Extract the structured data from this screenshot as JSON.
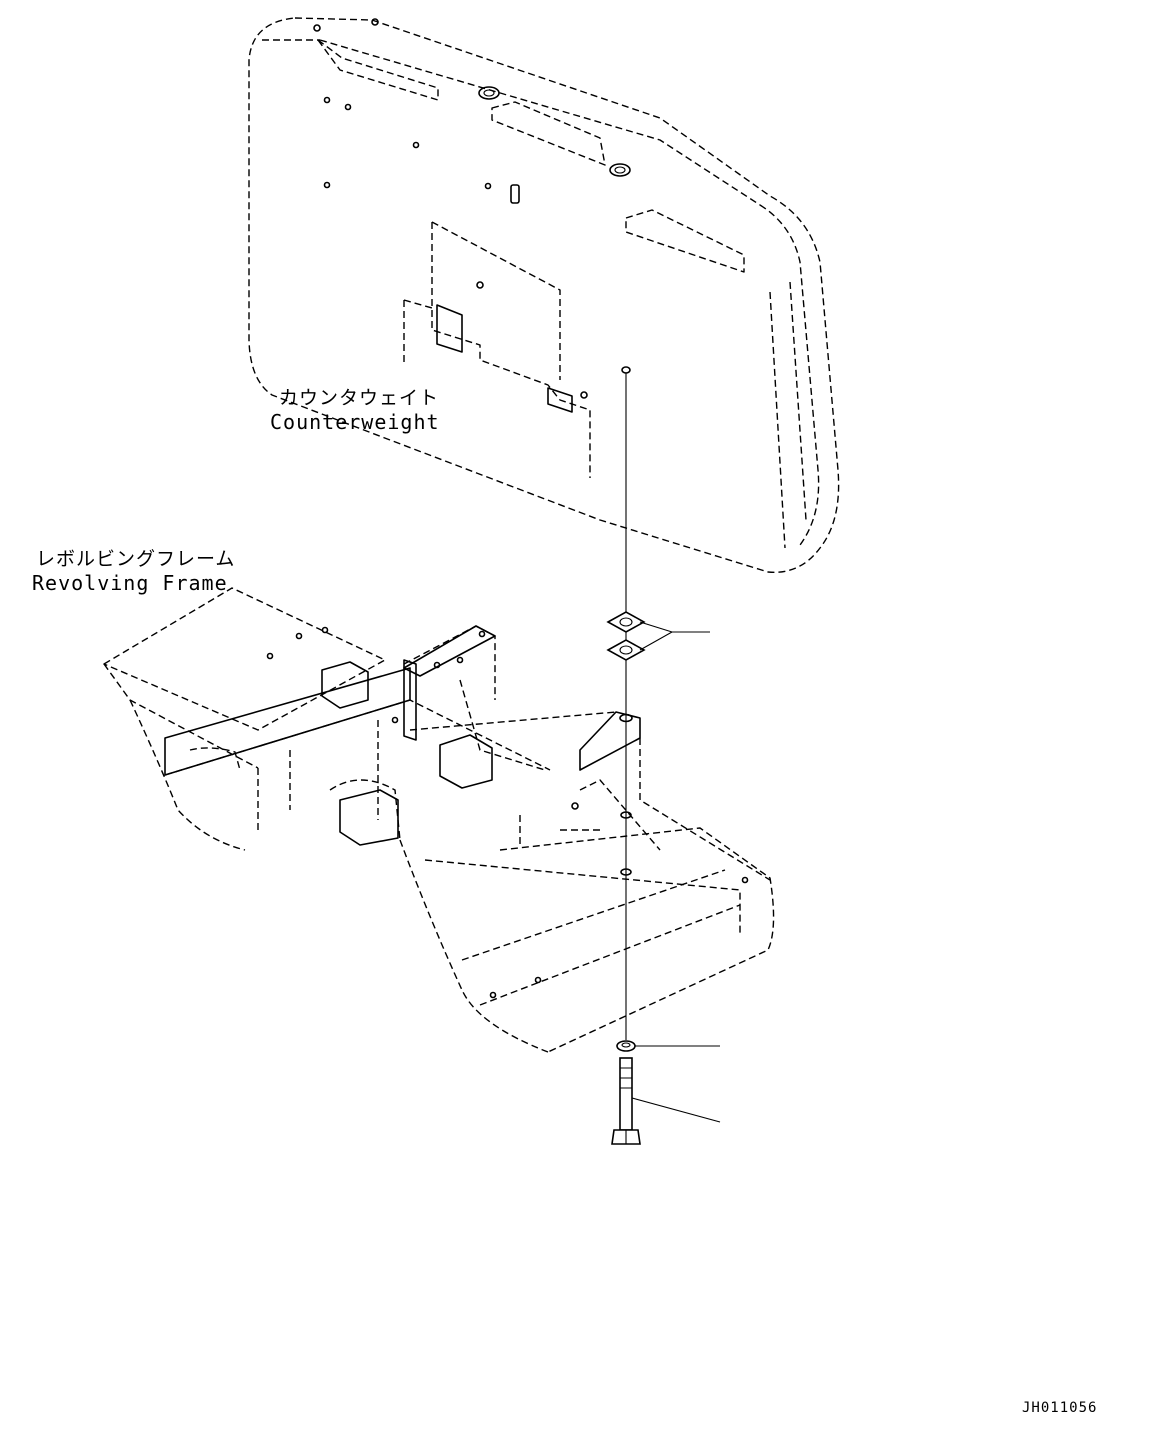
{
  "labels": {
    "counterweight_jp": "カウンタウェイト",
    "counterweight_en": "Counterweight",
    "revolving_frame_jp": "レボルビングフレーム",
    "revolving_frame_en": "Revolving Frame",
    "drawing_code": "JH011056"
  },
  "colors": {
    "ink": "#000000",
    "paper": "#ffffff"
  }
}
